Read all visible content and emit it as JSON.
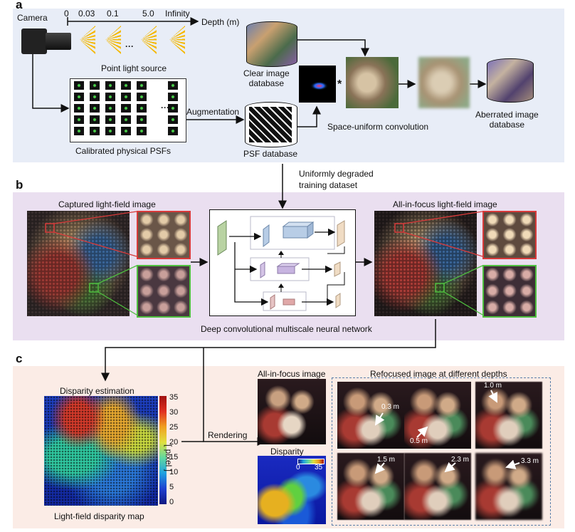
{
  "panel_labels": {
    "a": "a",
    "b": "b",
    "c": "c"
  },
  "a": {
    "camera": "Camera",
    "depth_ticks": [
      "0",
      "0.03",
      "0.1",
      "5.0",
      "Infinity"
    ],
    "depth_axis": "Depth (m)",
    "ellipsis": "···",
    "point_light": "Point light source",
    "calibrated_psfs": "Calibrated physical PSFs",
    "augmentation": "Augmentation",
    "psf_database": "PSF database",
    "clear_db": [
      "Clear image",
      "database"
    ],
    "star": "*",
    "convolution": "Space-uniform convolution",
    "aberrated_db": [
      "Aberrated image",
      "database"
    ]
  },
  "between_ab": [
    "Uniformly degraded",
    "training dataset"
  ],
  "b": {
    "captured": "Captured light-field image",
    "all_in_focus": "All-in-focus light-field image",
    "network": "Deep convolutional multiscale neural network"
  },
  "c": {
    "disparity_estimation": "Disparity estimation",
    "colorbar_ticks": [
      "35",
      "30",
      "25",
      "20",
      "15",
      "10",
      "5",
      "0"
    ],
    "colorbar_unit": "[ pixel ]",
    "lf_disparity_map": "Light-field disparity map",
    "rendering": "Rendering",
    "all_in_focus_image": "All-in-focus image",
    "disparity": "Disparity",
    "mini_bar_ticks": [
      "0",
      "35"
    ],
    "refocused": "Refocused image at different depths",
    "depth_labels": [
      "0.3 m",
      "0.5 m",
      "1.0 m",
      "1.5 m",
      "2.3 m",
      "3.3 m"
    ]
  },
  "colors": {
    "panel_a": "#e8edf7",
    "panel_b": "#eadff0",
    "panel_c": "#fbece6",
    "zoom_red": "#d83a3a",
    "zoom_green": "#4fbf3f",
    "psf_sun": "#f5b800",
    "dashed_frame": "#5b7faa"
  }
}
